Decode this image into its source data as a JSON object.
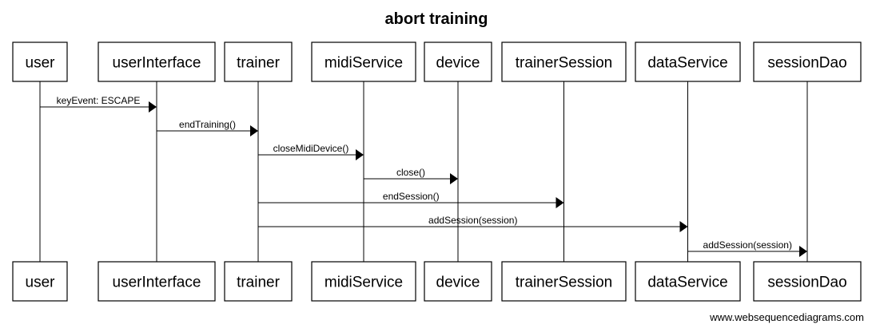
{
  "diagram": {
    "title": "abort training",
    "watermark": "www.websequencediagrams.com",
    "participants": [
      {
        "id": "user",
        "label": "user"
      },
      {
        "id": "userInterface",
        "label": "userInterface"
      },
      {
        "id": "trainer",
        "label": "trainer"
      },
      {
        "id": "midiService",
        "label": "midiService"
      },
      {
        "id": "device",
        "label": "device"
      },
      {
        "id": "trainerSession",
        "label": "trainerSession"
      },
      {
        "id": "dataService",
        "label": "dataService"
      },
      {
        "id": "sessionDao",
        "label": "sessionDao"
      }
    ],
    "messages": [
      {
        "from": "user",
        "to": "userInterface",
        "label": "keyEvent: ESCAPE"
      },
      {
        "from": "userInterface",
        "to": "trainer",
        "label": "endTraining()"
      },
      {
        "from": "trainer",
        "to": "midiService",
        "label": "closeMidiDevice()"
      },
      {
        "from": "midiService",
        "to": "device",
        "label": "close()"
      },
      {
        "from": "trainer",
        "to": "trainerSession",
        "label": "endSession()"
      },
      {
        "from": "trainer",
        "to": "dataService",
        "label": "addSession(session)"
      },
      {
        "from": "dataService",
        "to": "sessionDao",
        "label": "addSession(session)"
      }
    ]
  }
}
